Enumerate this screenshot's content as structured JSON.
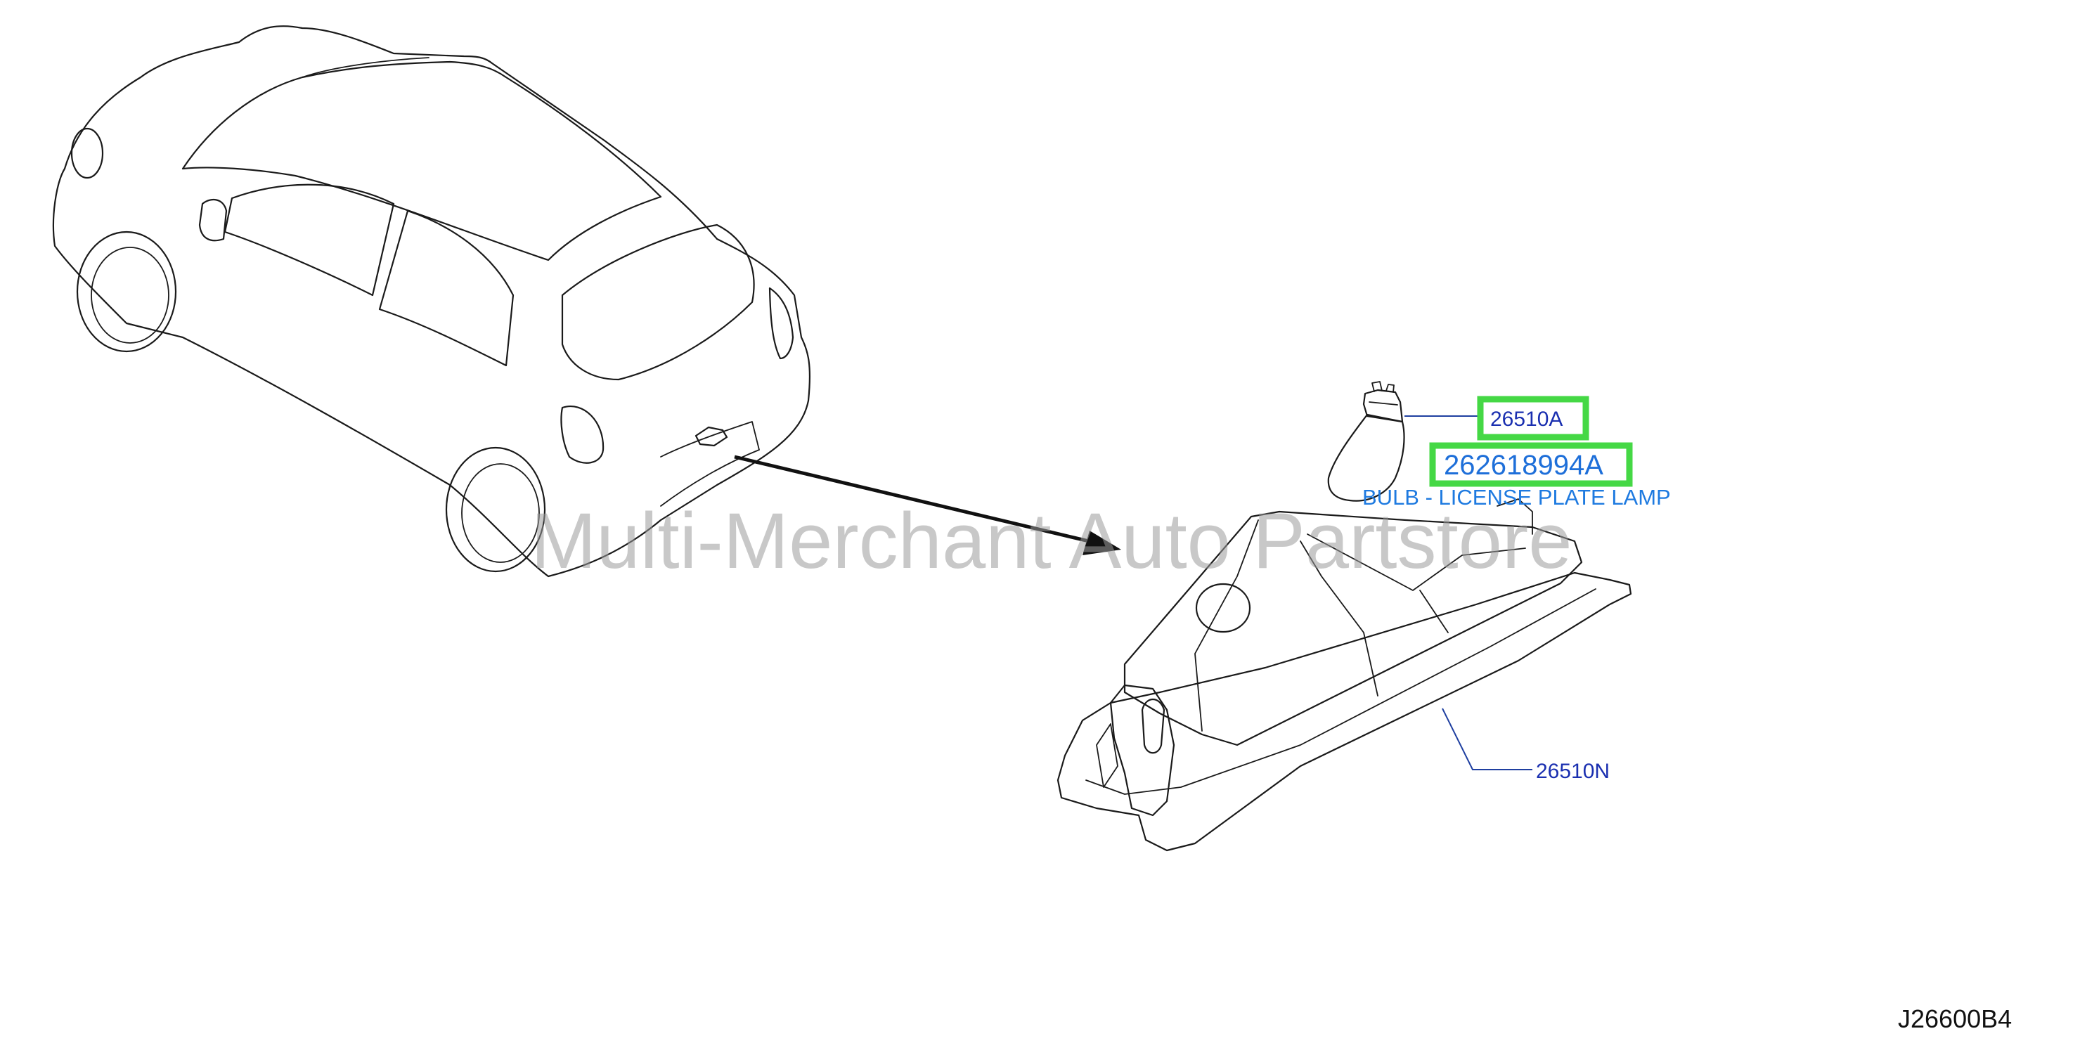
{
  "watermark": "Multi-Merchant Auto Partstore",
  "diagram_id": "J26600B4",
  "callouts": {
    "bulb_part": "26510A",
    "bulb_number": "262618994A",
    "bulb_desc": "BULB - LICENSE PLATE LAMP",
    "lamp_assembly": "26510N"
  },
  "colors": {
    "highlight": "#45d845",
    "callout_text": "#1a2fb0",
    "desc_text": "#1e7ae0"
  }
}
